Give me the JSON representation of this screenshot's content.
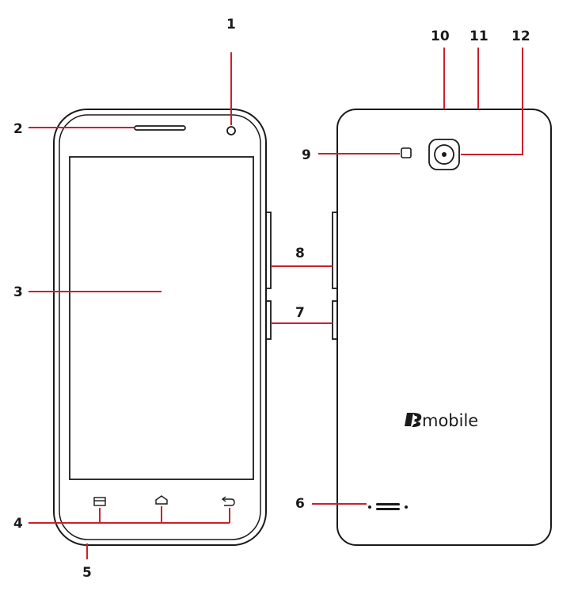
{
  "diagram": {
    "colors": {
      "outline": "#1a1a1a",
      "leader": "#cc1f2d",
      "background": "#ffffff"
    },
    "brand": {
      "logo_text": "mobile"
    },
    "callouts": [
      {
        "id": "c1",
        "label": "1"
      },
      {
        "id": "c2",
        "label": "2"
      },
      {
        "id": "c3",
        "label": "3"
      },
      {
        "id": "c4",
        "label": "4"
      },
      {
        "id": "c5",
        "label": "5"
      },
      {
        "id": "c6",
        "label": "6"
      },
      {
        "id": "c7",
        "label": "7"
      },
      {
        "id": "c8",
        "label": "8"
      },
      {
        "id": "c9",
        "label": "9"
      },
      {
        "id": "c10",
        "label": "10"
      },
      {
        "id": "c11",
        "label": "11"
      },
      {
        "id": "c12",
        "label": "12"
      }
    ],
    "icons": {
      "front_buttons": [
        "menu-icon",
        "home-icon",
        "back-icon"
      ]
    }
  }
}
